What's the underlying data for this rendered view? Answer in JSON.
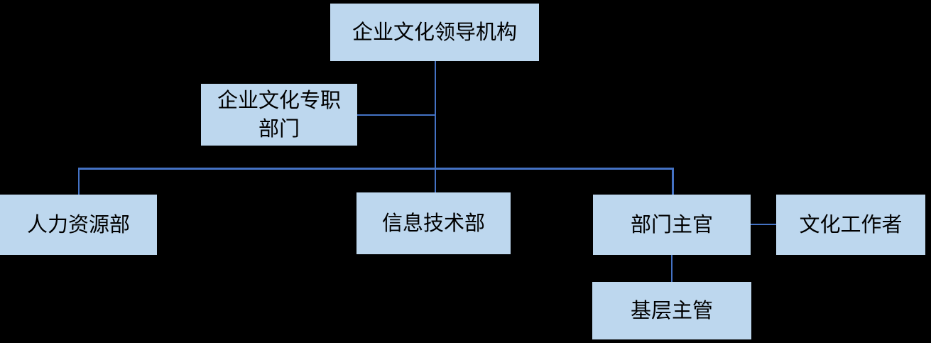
{
  "colors": {
    "background": "#000000",
    "node_fill": "#BDD7EE",
    "connector": "#4472C4",
    "text": "#000000"
  },
  "nodes": {
    "leadership": {
      "label": "企业文化领导机构"
    },
    "culture_dept": {
      "label": "企业文化专职部门",
      "line1": "企业文化专职",
      "line2": "部门"
    },
    "hr": {
      "label": "人力资源部"
    },
    "it": {
      "label": "信息技术部"
    },
    "dept_head": {
      "label": "部门主官"
    },
    "culture_workers": {
      "label": "文化工作者"
    },
    "grassroots": {
      "label": "基层主管"
    }
  },
  "edges": [
    {
      "from": "leadership",
      "to": "hr",
      "type": "hierarchy"
    },
    {
      "from": "leadership",
      "to": "it",
      "type": "hierarchy"
    },
    {
      "from": "leadership",
      "to": "dept_head",
      "type": "hierarchy"
    },
    {
      "from": "culture_dept",
      "to": "leadership",
      "type": "side-attach-to-trunk"
    },
    {
      "from": "dept_head",
      "to": "culture_workers",
      "type": "side"
    },
    {
      "from": "dept_head",
      "to": "grassroots",
      "type": "hierarchy"
    }
  ]
}
